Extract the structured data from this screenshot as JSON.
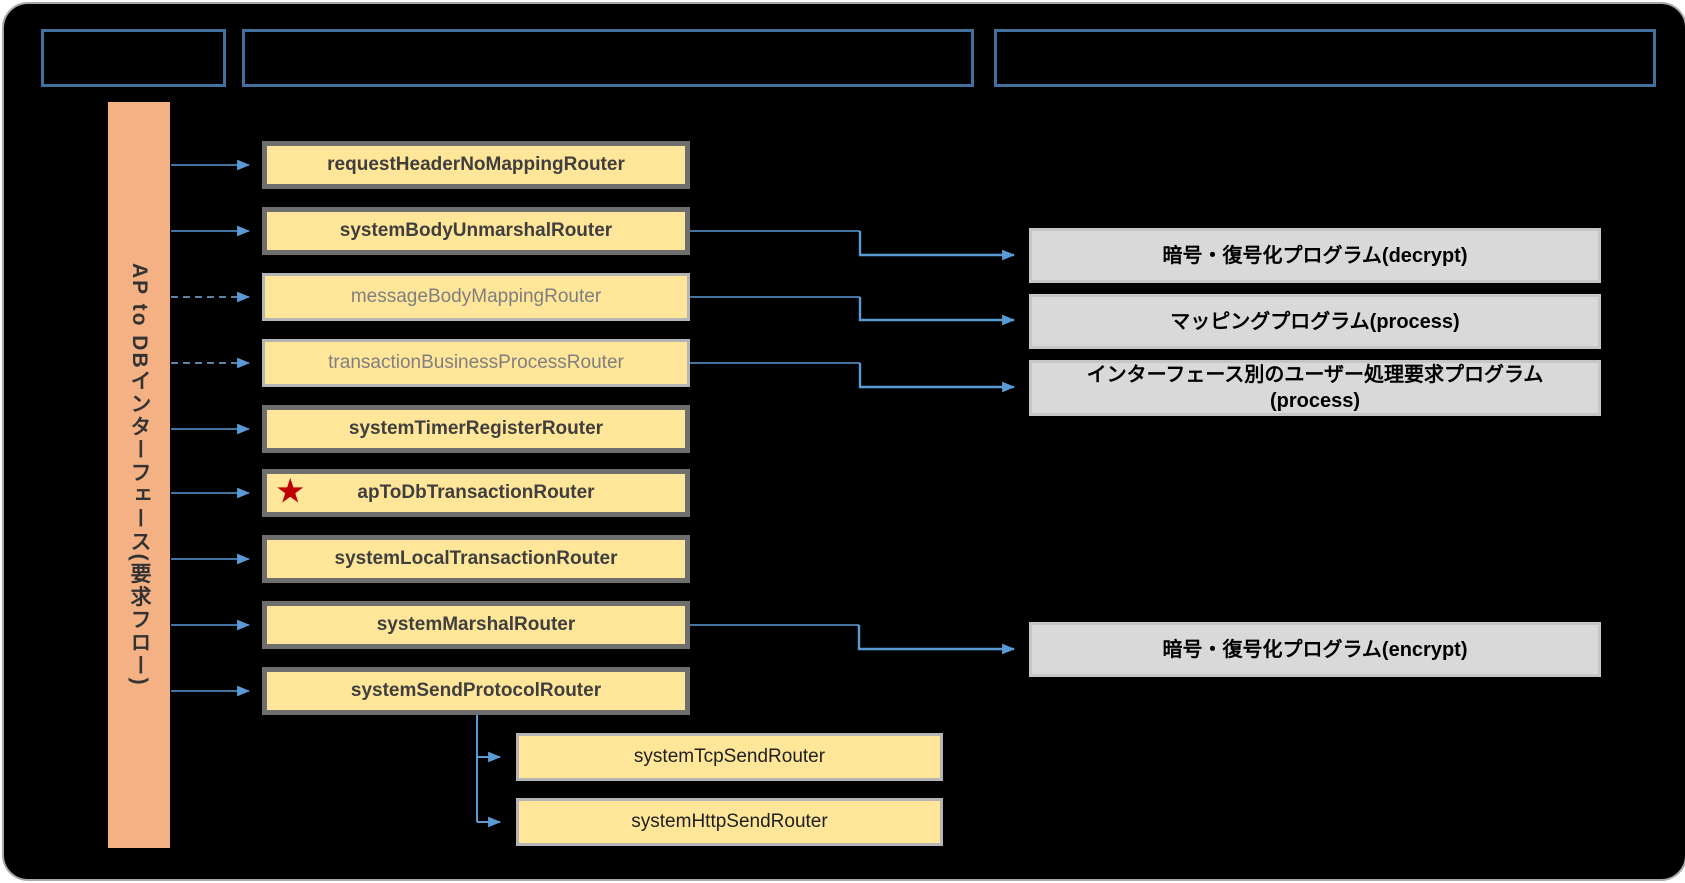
{
  "left_bar": {
    "label": "AP to DBインターフェース(要求フロー)"
  },
  "star_icon": "★",
  "routers": [
    {
      "label": "requestHeaderNoMappingRouter",
      "state": "active"
    },
    {
      "label": "systemBodyUnmarshalRouter",
      "state": "active"
    },
    {
      "label": "messageBodyMappingRouter",
      "state": "inactive"
    },
    {
      "label": "transactionBusinessProcessRouter",
      "state": "inactive"
    },
    {
      "label": "systemTimerRegisterRouter",
      "state": "active"
    },
    {
      "label": "apToDbTransactionRouter",
      "state": "active",
      "starred": true
    },
    {
      "label": "systemLocalTransactionRouter",
      "state": "active"
    },
    {
      "label": "systemMarshalRouter",
      "state": "active"
    },
    {
      "label": "systemSendProtocolRouter",
      "state": "active"
    }
  ],
  "sub_routers": [
    {
      "label": "systemTcpSendRouter"
    },
    {
      "label": "systemHttpSendRouter"
    }
  ],
  "programs": [
    {
      "lines": [
        "暗号・復号化プログラム(decrypt)",
        ""
      ]
    },
    {
      "lines": [
        "マッピングプログラム(process)",
        ""
      ]
    },
    {
      "lines": [
        "インターフェース別のユーザー処理要求プログラム",
        "(process)"
      ]
    },
    {
      "lines": [
        "暗号・復号化プログラム(encrypt)",
        ""
      ]
    }
  ],
  "colors": {
    "background": "#000000",
    "header_border_blue": "#44709E",
    "bar_orange": "#F4B183",
    "router_yellow": "#FFE699",
    "router_active_border": "#6e6e6e",
    "router_inactive_border": "#b5b5b5",
    "program_gray": "#D9D9D9",
    "connector_blue": "#5B9BD5",
    "connector_dashed_blue": "#7FAEDC",
    "star_red": "#C00000"
  }
}
